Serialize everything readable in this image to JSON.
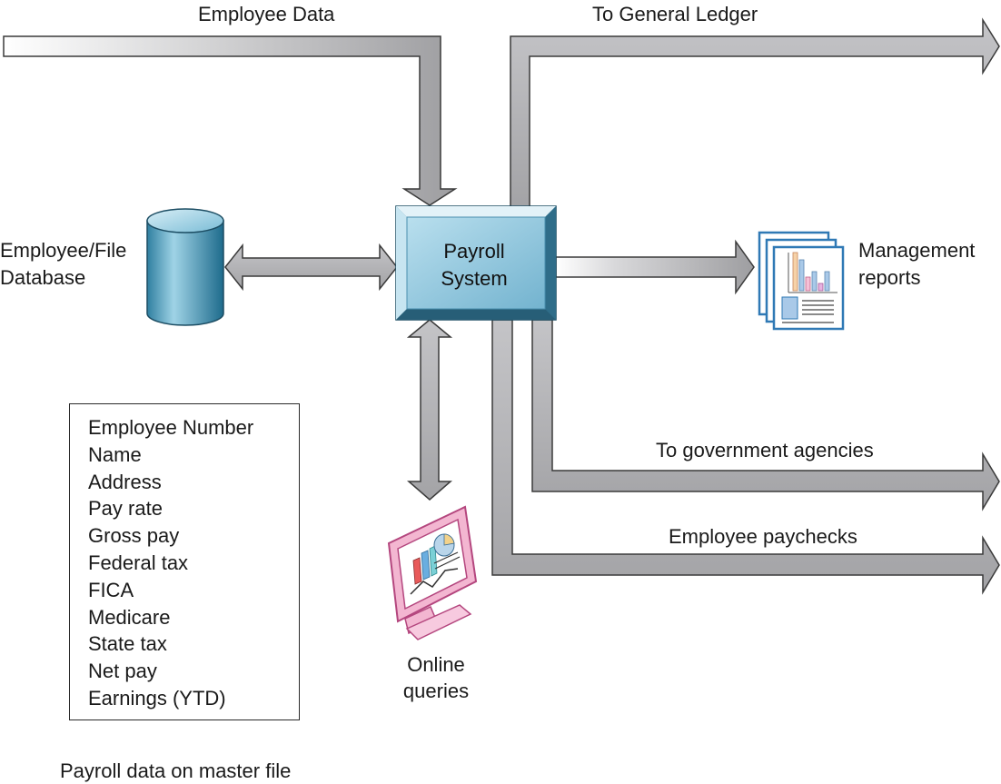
{
  "labels": {
    "employee_data": "Employee Data",
    "to_general_ledger": "To General Ledger",
    "database_line1": "Employee/File",
    "database_line2": "Database",
    "payroll_line1": "Payroll",
    "payroll_line2": "System",
    "management_line1": "Management",
    "management_line2": "reports",
    "to_government": "To government agencies",
    "paychecks": "Employee paychecks",
    "queries_line1": "Online",
    "queries_line2": "queries",
    "caption": "Payroll data on master file"
  },
  "master_file_fields": [
    "Employee Number",
    "Name",
    "Address",
    "Pay rate",
    "Gross pay",
    "Federal tax",
    "FICA",
    "Medicare",
    "State tax",
    "Net pay",
    "Earnings (YTD)"
  ],
  "colors": {
    "arrow_fill": "#b3b3b6",
    "arrow_stroke": "#3a3a3a",
    "payroll_box": "#8cc3d9",
    "database": "#3f95b5",
    "monitor": "#e07fb0",
    "report": "#4a8ec2"
  }
}
